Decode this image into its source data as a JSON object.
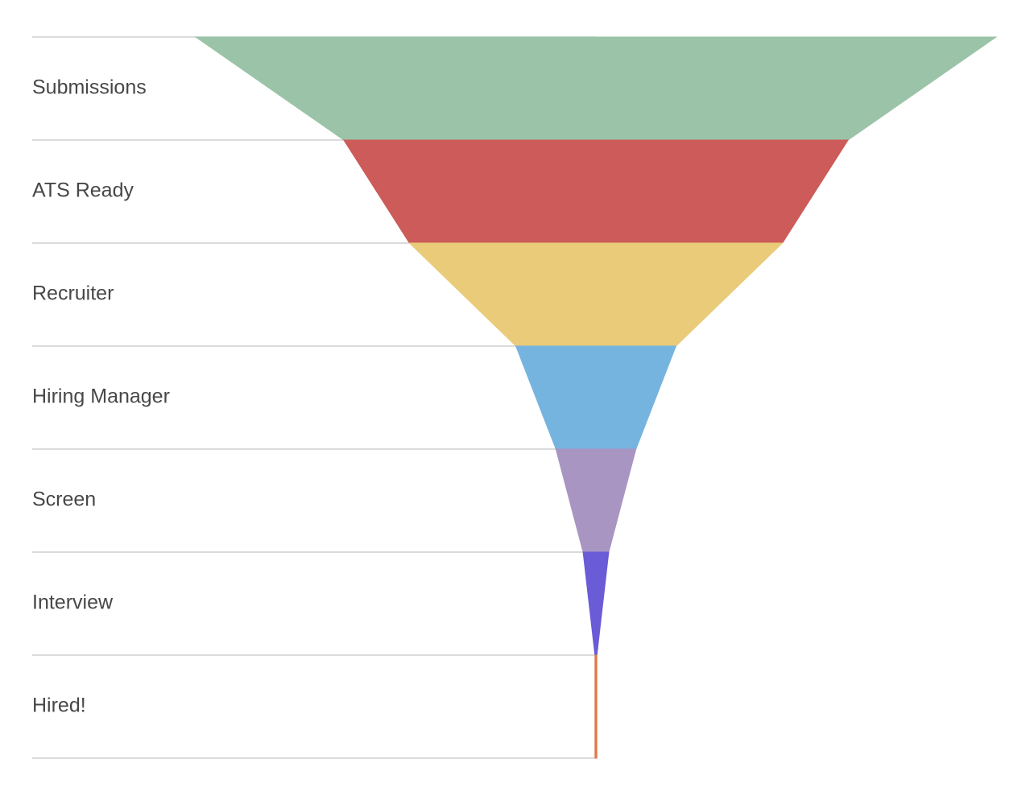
{
  "chart_data": {
    "type": "funnel",
    "title": "",
    "categories": [
      "Submissions",
      "ATS Ready",
      "Recruiter",
      "Hiring Manager",
      "Screen",
      "Interview",
      "Hired!"
    ],
    "values": [
      1000,
      630,
      466,
      200,
      100,
      32,
      1
    ],
    "colors": [
      "#9bc3a7",
      "#cc5b5a",
      "#e9cb79",
      "#76b4e0",
      "#a895c2",
      "#6a5bd6",
      "#e07a4a"
    ],
    "legend": "none",
    "grid": false
  }
}
